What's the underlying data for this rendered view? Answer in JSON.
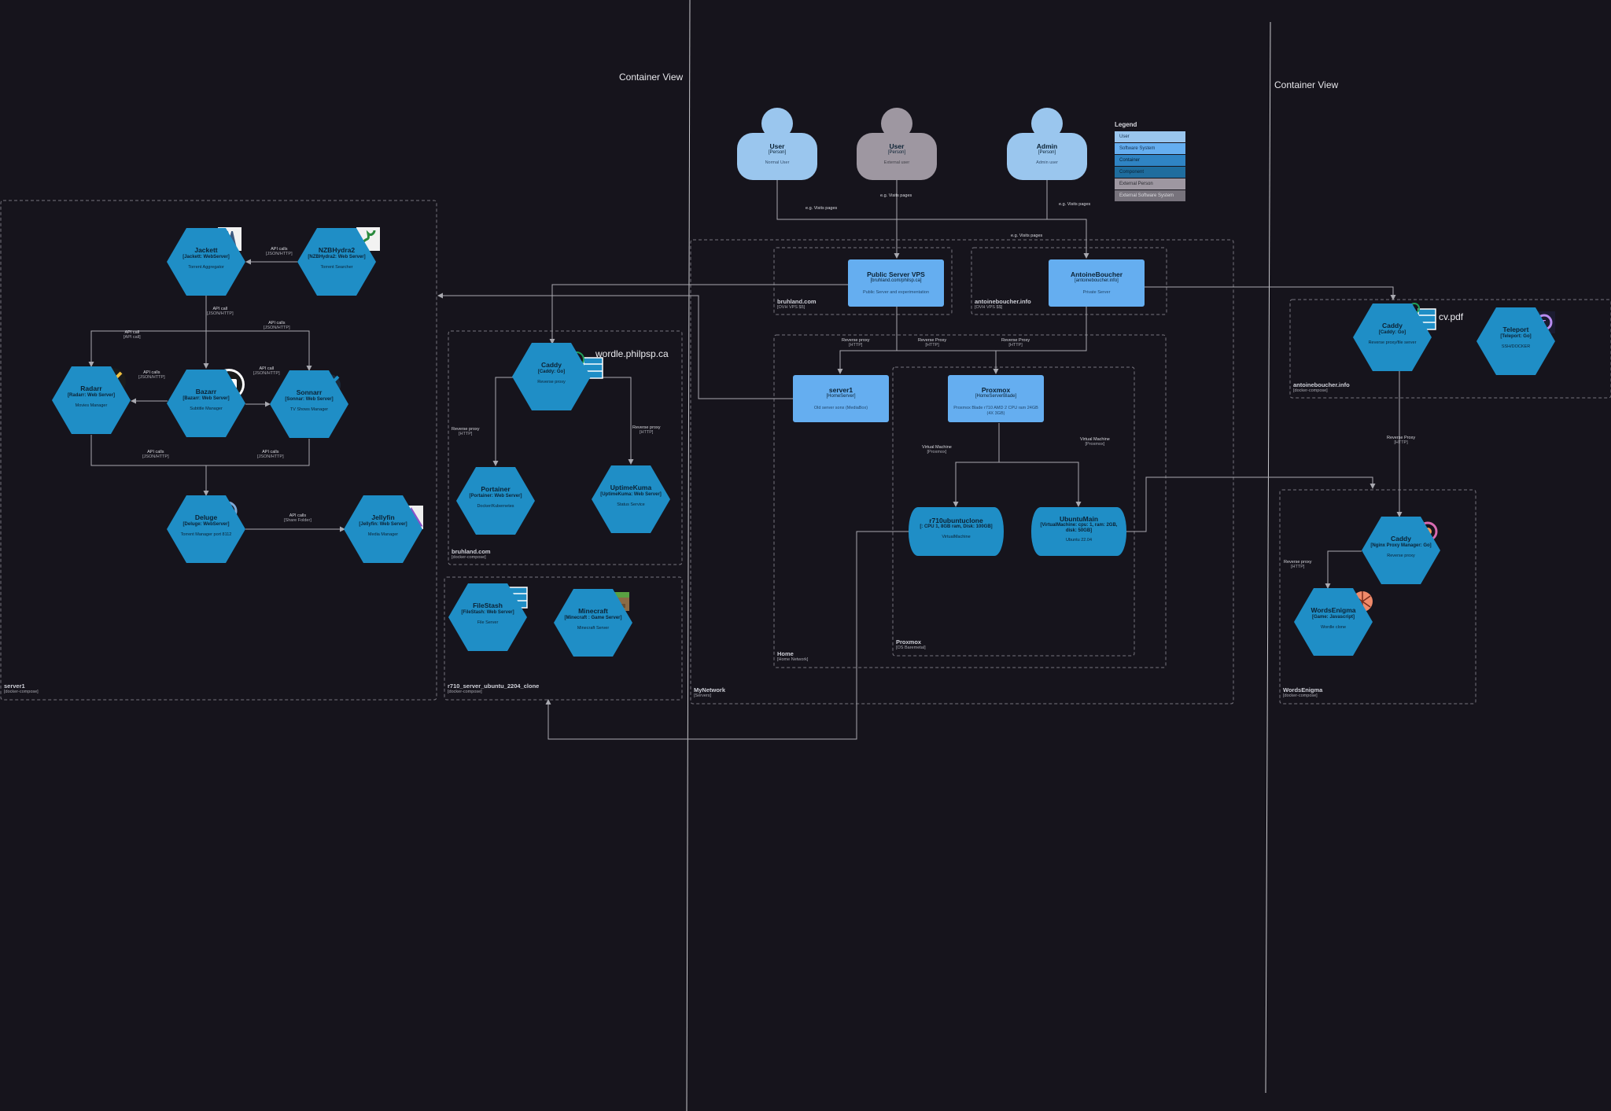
{
  "views": {
    "left": "Container View",
    "right": "Container View"
  },
  "legend": {
    "title": "Legend",
    "items": [
      {
        "label": "User",
        "color": "#9ac6ee"
      },
      {
        "label": "Software System",
        "color": "#65aef0"
      },
      {
        "label": "Container",
        "color": "#2f84c4"
      },
      {
        "label": "Component",
        "color": "#1f6d9e"
      },
      {
        "label": "External Person",
        "color": "#9e97a1"
      },
      {
        "label": "External Software System",
        "color": "#77737c"
      }
    ]
  },
  "people": {
    "user": {
      "name": "User",
      "type": "[Person]",
      "desc": "Normal User"
    },
    "user_ext": {
      "name": "User",
      "type": "[Person]",
      "desc": "External user"
    },
    "admin": {
      "name": "Admin",
      "type": "[Person]",
      "desc": "Admin user"
    }
  },
  "boundaries": {
    "server1": {
      "name": "server1",
      "tech": "[docker-compose]"
    },
    "bruhland_compose": {
      "name": "bruhland.com",
      "tech": "[docker-compose]"
    },
    "r710_clone": {
      "name": "r710_server_ubuntu_2204_clone",
      "tech": "[docker-compose]"
    },
    "mynetwork": {
      "name": "MyNetwork",
      "tech": "[Servers]"
    },
    "bruhland_vps": {
      "name": "bruhland.com",
      "tech": "[OVH VPS $5]"
    },
    "antoine_vps": {
      "name": "antoineboucher.info",
      "tech": "[OVH VPS $$]"
    },
    "home": {
      "name": "Home",
      "tech": "[Home Network]"
    },
    "proxmox": {
      "name": "Proxmox",
      "tech": "[OS Baremetal]"
    },
    "antoine_compose": {
      "name": "antoineboucher.info",
      "tech": "[docker-compose]"
    },
    "wordsenigma": {
      "name": "WordsEnigma",
      "tech": "[docker-compose]"
    }
  },
  "containers": {
    "jackett": {
      "name": "Jackett",
      "tech": "[Jackett: WebServer]",
      "desc": "Torrent Aggregator"
    },
    "nzbhydra": {
      "name": "NZBHydra2",
      "tech": "[NZBHydra2: Web Server]",
      "desc": "Torrent Searcher"
    },
    "radarr": {
      "name": "Radarr",
      "tech": "[Radarr: Web Server]",
      "desc": "Movies Manager"
    },
    "bazarr": {
      "name": "Bazarr",
      "tech": "[Bazarr: Web Server]",
      "desc": "Subtitle Manager"
    },
    "sonarr": {
      "name": "Sonnarr",
      "tech": "[Sonnar: Web Server]",
      "desc": "TV Shows Manager"
    },
    "deluge": {
      "name": "Deluge",
      "tech": "[Deluge: WebServer]",
      "desc": "Torrent Manager port 8112"
    },
    "jellyfin": {
      "name": "Jellyfin",
      "tech": "[Jellyfin: Web Server]",
      "desc": "Media Manager"
    },
    "caddy1": {
      "name": "Caddy",
      "tech": "[Caddy: Go]",
      "desc": "Reverse proxy"
    },
    "portainer": {
      "name": "Portainer",
      "tech": "[Portainer: Web Server]",
      "desc": "Docker/Kubernetes"
    },
    "uptime": {
      "name": "UptimeKuma",
      "tech": "[UptimeKuma: Web Server]",
      "desc": "Status Service"
    },
    "filestash": {
      "name": "FileStash",
      "tech": "[FileStash: Web Server]",
      "desc": "File Server"
    },
    "minecraft": {
      "name": "Minecraft",
      "tech": "[Minecraft : Game Server]",
      "desc": "Minecraft Server"
    },
    "caddy2": {
      "name": "Caddy",
      "tech": "[Caddy: Go]",
      "desc": "Reverse proxy/file server"
    },
    "teleport": {
      "name": "Teleport",
      "tech": "[Teleport: Go]",
      "desc": "SSH/DOCKER"
    },
    "caddy3": {
      "name": "Caddy",
      "tech": "[Nginx Proxy Manager: Go]",
      "desc": "Reverse proxy"
    },
    "wordsenigma": {
      "name": "WordsEnigma",
      "tech": "[Game: Javascript]",
      "desc": "Wordle clone"
    }
  },
  "systems": {
    "vps": {
      "name": "Public Server VPS",
      "tech": "[bruhland.com/philsp.ca]",
      "desc": "Public Server and experimentation"
    },
    "antoine": {
      "name": "AntoineBoucher",
      "tech": "[antoineboucher.info]",
      "desc": "Private Server"
    },
    "server1": {
      "name": "server1",
      "tech": "[HomeServer]",
      "desc": "Old server sonx (MediaBox)"
    },
    "proxmox": {
      "name": "Proxmox",
      "tech": "[HomeServerBlade]",
      "desc": "Proxmox Blade r710 AMD 2 CPU ram 24GB (4X 3GB)"
    },
    "r710": {
      "name": "r710ubuntuclone",
      "tech": "[: CPU 1, 8GB ram, Disk: 100GB]",
      "desc": "VirtualMachine"
    },
    "ubuntumain": {
      "name": "UbuntuMain",
      "tech": "[VirtualMachine: cpu: 1, ram: 2GB, disk: 50GB]",
      "desc": "Ubuntu 22.04"
    }
  },
  "edges": {
    "visit1": {
      "label": "e.g. Visits pages",
      "tech": ""
    },
    "visit2": {
      "label": "e.g. Visits pages",
      "tech": ""
    },
    "visit3": {
      "label": "e.g. Visits pages",
      "tech": ""
    },
    "visit4": {
      "label": "e.g. Visits pages",
      "tech": ""
    },
    "rp_vps_server1": {
      "label": "Reverse proxy",
      "tech": "[HTTP]"
    },
    "rp_vps_proxmox": {
      "label": "Reverse Proxy",
      "tech": "[HTTP]"
    },
    "rp_ant_proxmox": {
      "label": "Reverse Proxy",
      "tech": "[HTTP]"
    },
    "vm1": {
      "label": "Virtual Machine",
      "tech": "[Proxmox]"
    },
    "vm2": {
      "label": "Virtual Machine",
      "tech": "[Proxmox]"
    },
    "rp_caddy_portainer": {
      "label": "Reverse proxy",
      "tech": "[HTTP]"
    },
    "rp_caddy_uptime": {
      "label": "Reverse proxy",
      "tech": "[HTTP]"
    },
    "rp_caddy2_caddy3": {
      "label": "Reverse Proxy",
      "tech": "[HTTP]"
    },
    "rp_caddy3_words": {
      "label": "Reverse proxy",
      "tech": "[HTTP]"
    },
    "nzb_jackett": {
      "label": "API calls",
      "tech": "[JSON/HTTP]"
    },
    "jackett_bazarr": {
      "label": "API call",
      "tech": "[JSON/HTTP]"
    },
    "radarr_jackett": {
      "label": "API call",
      "tech": "[API call]"
    },
    "sonarr_jackett": {
      "label": "API calls",
      "tech": "[JSON/HTTP]"
    },
    "bazarr_radarr": {
      "label": "API calls",
      "tech": "[JSON/HTTP]"
    },
    "bazarr_sonarr": {
      "label": "API call",
      "tech": "[JSON/HTTP]"
    },
    "radarr_deluge": {
      "label": "API calls",
      "tech": "[JSON/HTTP]"
    },
    "sonarr_deluge": {
      "label": "API calls",
      "tech": "[JSON/HTTP]"
    },
    "deluge_jellyfin": {
      "label": "API calls",
      "tech": "[Share Folder]"
    }
  },
  "annotations": {
    "wordle": "wordle.philpsp.ca",
    "cvpdf": "cv.pdf"
  }
}
